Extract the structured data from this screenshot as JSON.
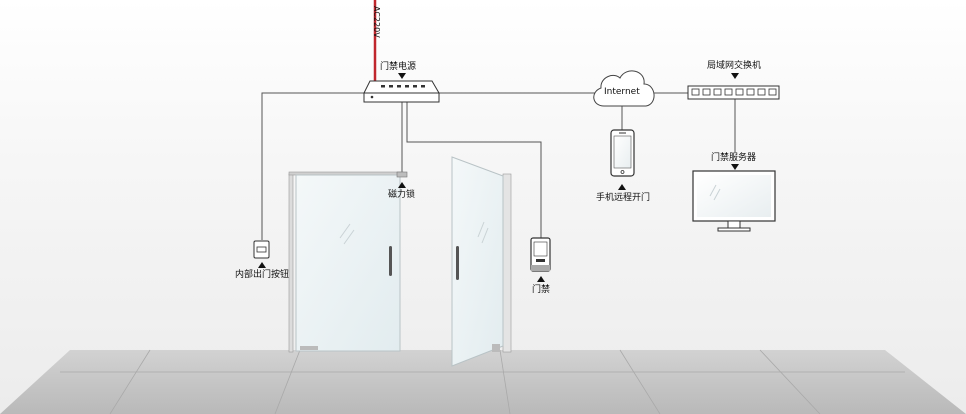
{
  "power_line_label": "AC220V",
  "nodes": {
    "access_power": {
      "label": "门禁电源",
      "arrow": "down"
    },
    "magnetic_lock": {
      "label": "磁力锁",
      "arrow": "up"
    },
    "exit_button": {
      "label": "内部出门按钮",
      "arrow": "up"
    },
    "access_reader": {
      "label": "门禁",
      "arrow": "up"
    },
    "internet": {
      "label": "Internet"
    },
    "phone": {
      "label": "手机远程开门",
      "arrow": "up"
    },
    "switch": {
      "label": "局域网交换机",
      "arrow": "down"
    },
    "server": {
      "label": "门禁服务器",
      "arrow": "down"
    }
  },
  "colors": {
    "line": "#444444",
    "power_line": "#c0262d",
    "device_stroke": "#333333",
    "glass": "#e9f1f3",
    "floor": "#c9c9c9"
  }
}
